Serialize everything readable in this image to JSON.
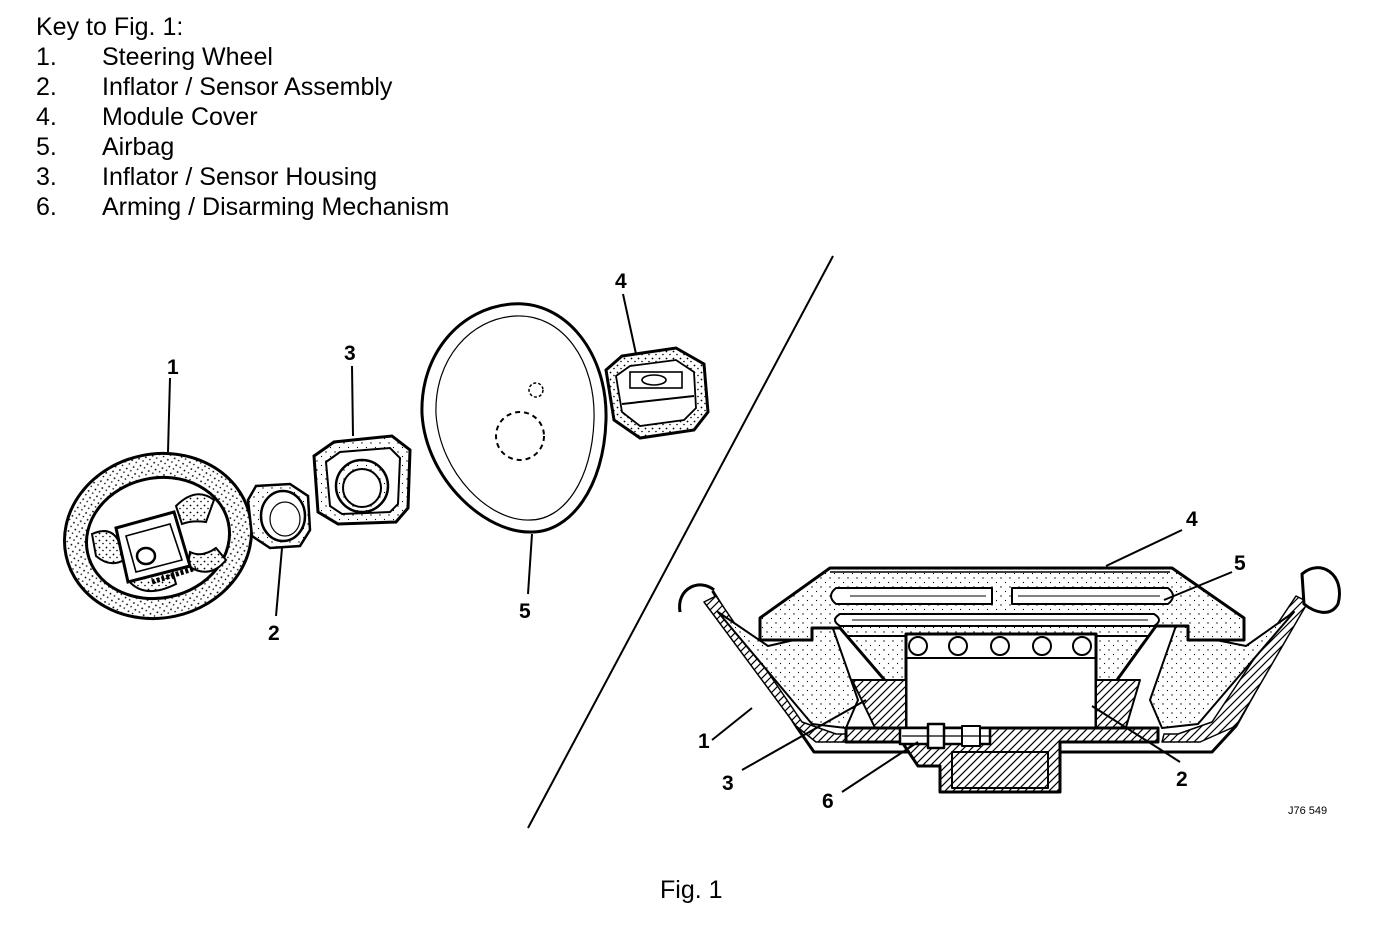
{
  "key": {
    "title": "Key to Fig. 1:",
    "items": [
      {
        "num": "1.",
        "label": "Steering Wheel"
      },
      {
        "num": "2.",
        "label": "Inflator / Sensor Assembly"
      },
      {
        "num": "4.",
        "label": "Module Cover"
      },
      {
        "num": "5.",
        "label": "Airbag"
      },
      {
        "num": "3.",
        "label": "Inflator / Sensor Housing"
      },
      {
        "num": "6.",
        "label": "Arming / Disarming Mechanism"
      }
    ]
  },
  "callouts": {
    "exploded": {
      "wheel": "1",
      "assembly": "2",
      "housing": "3",
      "cover": "4",
      "airbag": "5"
    },
    "section": {
      "cover": "4",
      "airbag": "5",
      "wheel": "1",
      "housing": "3",
      "mechanism": "6",
      "assembly": "2"
    }
  },
  "drawing_code": "J76 549",
  "caption": "Fig. 1"
}
